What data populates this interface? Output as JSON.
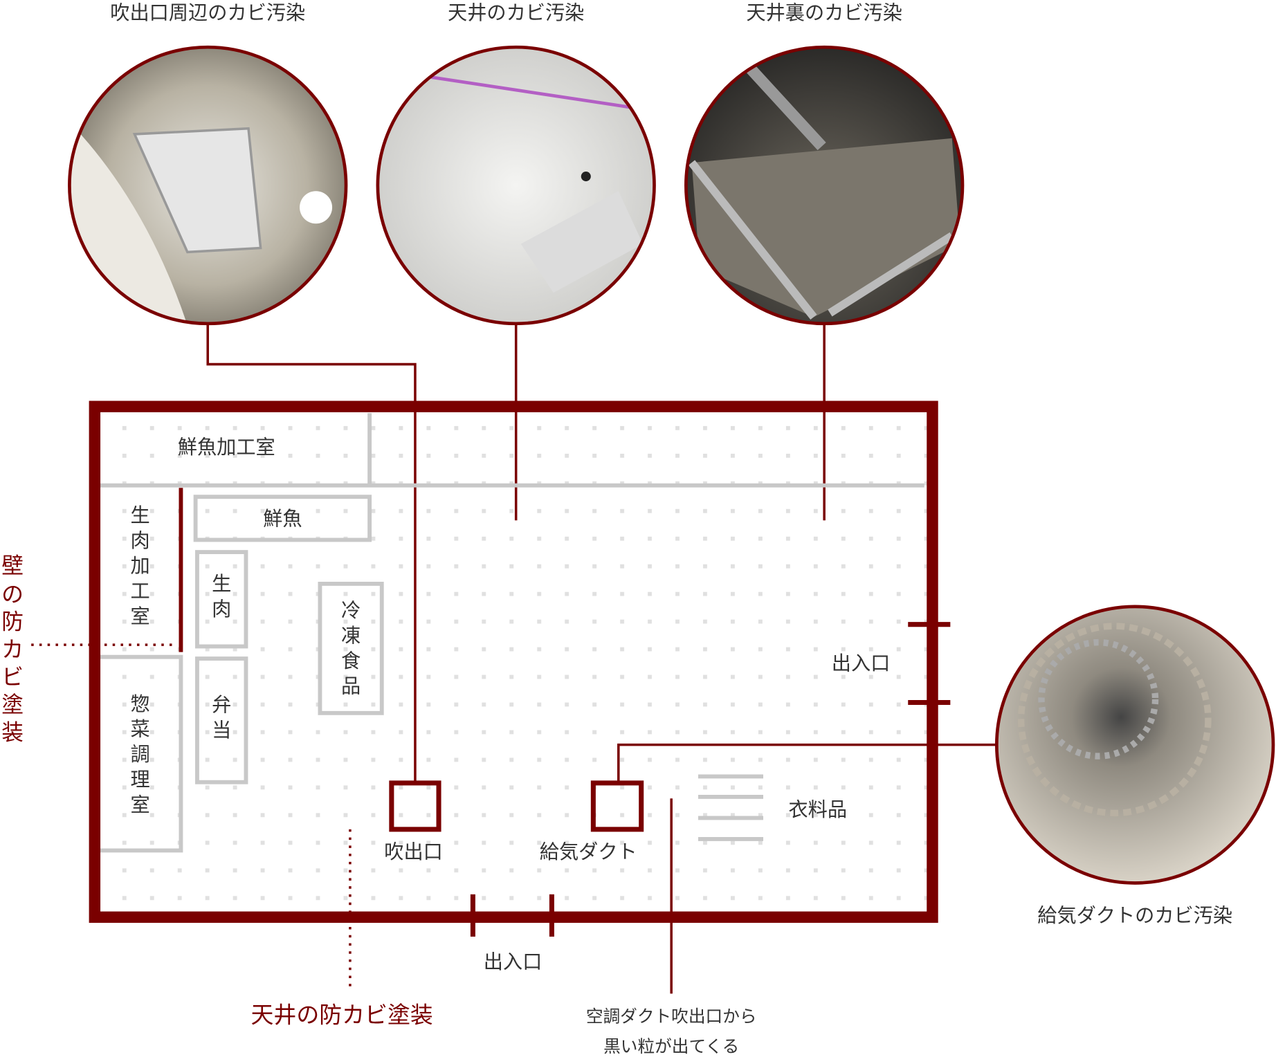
{
  "photos": [
    {
      "title": "吹出口周辺のカビ汚染",
      "icon": "vent-mold-photo"
    },
    {
      "title": "天井のカビ汚染",
      "icon": "ceiling-mold-photo"
    },
    {
      "title": "天井裏のカビ汚染",
      "icon": "above-ceiling-mold-photo"
    },
    {
      "title": "給気ダクトのカビ汚染",
      "icon": "duct-mold-photo"
    }
  ],
  "rooms": {
    "fish_processing": "鮮魚加工室",
    "fish": "鮮魚",
    "meat_processing": [
      "生",
      "肉",
      "加",
      "工",
      "室"
    ],
    "meat": [
      "生",
      "肉"
    ],
    "bento": [
      "弁",
      "当"
    ],
    "frozen": [
      "冷",
      "凍",
      "食",
      "品"
    ],
    "deli": [
      "惣",
      "菜",
      "調",
      "理",
      "室"
    ],
    "clothing": "衣料品"
  },
  "fixtures": {
    "outlet": "吹出口",
    "supply_duct": "給気ダクト",
    "entrance_right": "出入口",
    "entrance_bottom": "出入口"
  },
  "annotations": {
    "wall_coating": [
      "壁",
      "の",
      "防",
      "カ",
      "ビ",
      "塗",
      "装"
    ],
    "ceiling_coating": "天井の防カビ塗装",
    "duct_note_line1": "空調ダクト吹出口から",
    "duct_note_line2": "黒い粒が出てくる"
  },
  "colors": {
    "accent": "#7a0000",
    "wall": "#c8c8c8"
  }
}
